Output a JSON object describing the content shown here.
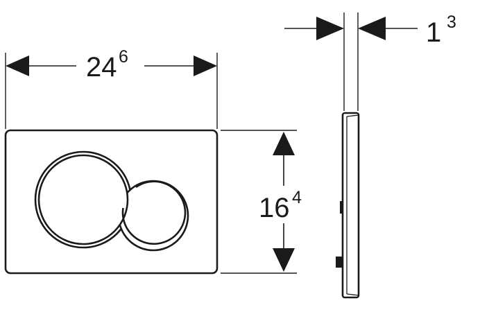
{
  "drawing": {
    "width_dimension": {
      "value": "24",
      "superscript": "6"
    },
    "height_dimension": {
      "value": "16",
      "superscript": "4"
    },
    "thickness_dimension": {
      "value": "1",
      "superscript": "3"
    }
  },
  "colors": {
    "line": "#1a1a1a",
    "background": "#ffffff"
  }
}
